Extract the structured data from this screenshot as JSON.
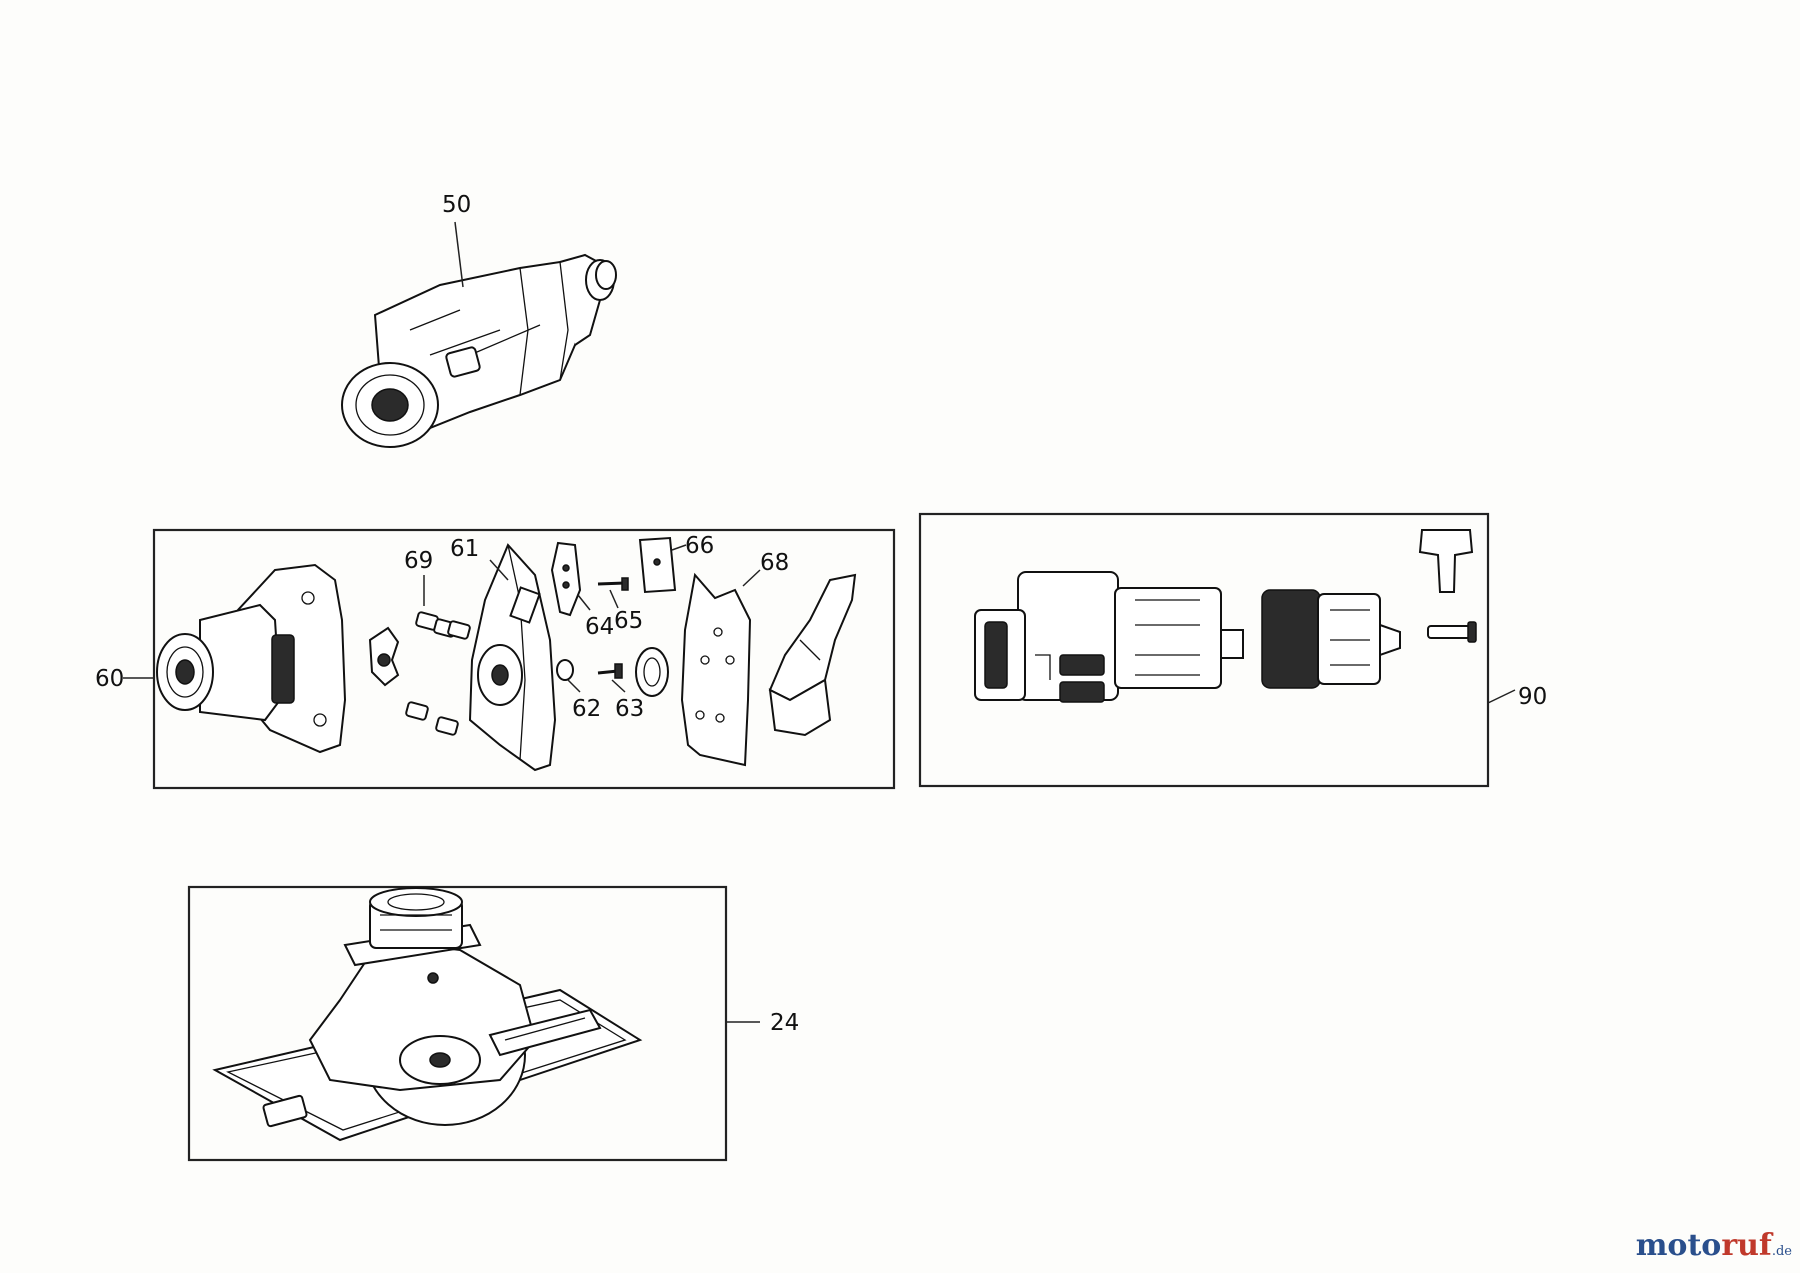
{
  "callouts": {
    "c50": "50",
    "c60": "60",
    "c61": "61",
    "c62": "62",
    "c63": "63",
    "c64": "64",
    "c65": "65",
    "c66": "66",
    "c68": "68",
    "c69": "69",
    "c90": "90",
    "c24": "24"
  },
  "watermark": {
    "brand_a": "moto",
    "brand_b": "ruf",
    "tld": ".de"
  }
}
